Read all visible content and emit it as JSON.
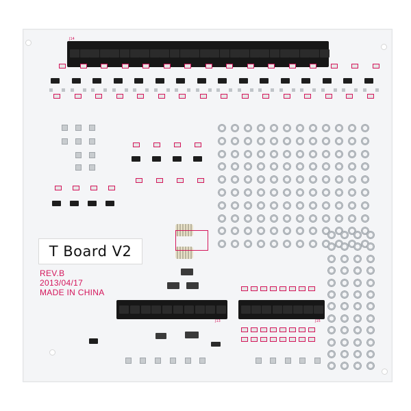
{
  "label": {
    "title": "T Board  V2"
  },
  "revision": {
    "rev": "REV.B",
    "date": "2013/04/17",
    "origin": "MADE IN CHINA"
  },
  "connectors": {
    "top": "J14",
    "mid_left": "J13",
    "mid_right": "J15"
  },
  "colors": {
    "board": "#f4f5f7",
    "silkscreen": "#d4145a",
    "header": "#171717"
  }
}
